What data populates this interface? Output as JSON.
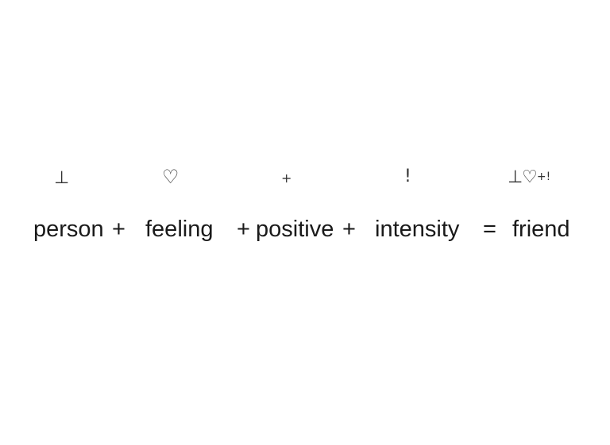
{
  "symbols": {
    "person": "⊥",
    "feeling": "♡",
    "positive": "+",
    "intensity": "!",
    "friend_main": "⊥♡",
    "friend_small": "+!"
  },
  "words": {
    "person": "person",
    "feeling": "feeling",
    "positive": "positive",
    "intensity": "intensity",
    "friend": "friend"
  },
  "operators": {
    "plus": "+",
    "equals": "="
  }
}
